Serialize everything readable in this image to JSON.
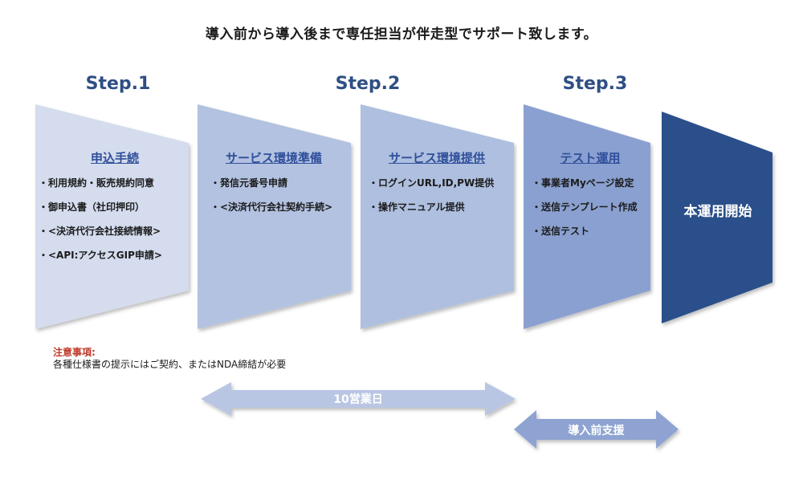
{
  "headline": "導入前から導入後まで専任担当が伴走型でサポート致します。",
  "steps": [
    {
      "label": "Step.1"
    },
    {
      "label": "Step.2"
    },
    {
      "label": "Step.3"
    }
  ],
  "cards": [
    {
      "title": "申込手続",
      "items": [
        "・利用規約・販売規約同意",
        "・御申込書（社印押印）",
        "・<決済代行会社接続情報>",
        "・<API:アクセスGIP申請>"
      ],
      "color": "#d4dcee"
    },
    {
      "title": "サービス環境準備",
      "items": [
        "・発信元番号申請",
        "・<決済代行会社契約手続>"
      ],
      "color": "#b3c2e1"
    },
    {
      "title": "サービス環境提供",
      "items": [
        "・ログインURL,ID,PW提供",
        "・操作マニュアル提供"
      ],
      "color": "#aebfdf"
    },
    {
      "title": "テスト運用",
      "items": [
        "・事業者Myページ設定",
        "・送信テンプレート作成",
        "・送信テスト"
      ],
      "color": "#8aa0d0"
    }
  ],
  "final": {
    "label": "本運用開始",
    "color": "#2c4f8a"
  },
  "note": {
    "title": "注意事項:",
    "text": "各種仕様書の提示にはご契約、またはNDA締結が必要"
  },
  "arrows": [
    {
      "label": "10営業日",
      "color": "#b9c6e3"
    },
    {
      "label": "導入前支援",
      "color": "#8ea3d1"
    }
  ]
}
